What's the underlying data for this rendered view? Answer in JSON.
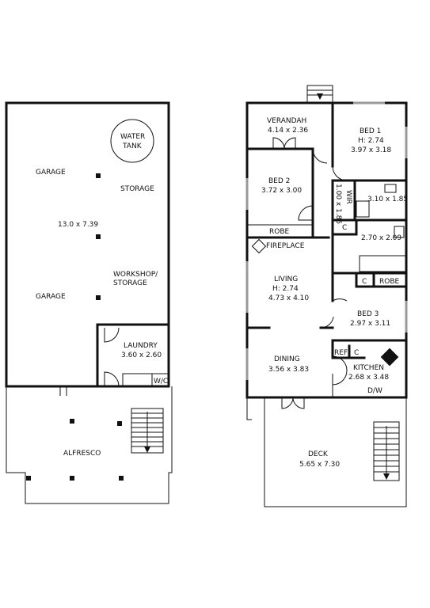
{
  "rooms": {
    "garage_top": {
      "name": "GARAGE"
    },
    "storage": {
      "name": "STORAGE"
    },
    "garage_dims": {
      "dims": "13.0 x 7.39"
    },
    "workshop": {
      "line1": "WORKSHOP/",
      "line2": "STORAGE"
    },
    "garage_bottom": {
      "name": "GARAGE"
    },
    "laundry": {
      "name": "LAUNDRY",
      "dims": "3.60 x 2.60"
    },
    "wc": {
      "name": "W/C"
    },
    "alfresco": {
      "name": "ALFRESCO"
    },
    "verandah": {
      "name": "VERANDAH",
      "dims": "4.14 x 2.36"
    },
    "bed1": {
      "name": "BED 1",
      "height": "H: 2.74",
      "dims": "3.97 x 3.18"
    },
    "bed2": {
      "name": "BED 2",
      "dims": "3.72 x 3.00"
    },
    "wir": {
      "name": "WIR",
      "dims": "1.00 x 1.85"
    },
    "ensuite": {
      "dims": "3.10 x 1.85"
    },
    "robe_bed2": {
      "name": "ROBE"
    },
    "fireplace": {
      "name": "FIREPLACE"
    },
    "c_top": {
      "name": "C"
    },
    "bathroom": {
      "dims": "2.70 x 2.09"
    },
    "living": {
      "name": "LIVING",
      "height": "H: 2.74",
      "dims": "4.73 x 4.10"
    },
    "c_mid": {
      "name": "C"
    },
    "robe_bed3": {
      "name": "ROBE"
    },
    "bed3": {
      "name": "BED 3",
      "dims": "2.97 x 3.11"
    },
    "ref": {
      "name": "REF"
    },
    "c_kitchen": {
      "name": "C"
    },
    "dining": {
      "name": "DINING",
      "dims": "3.56 x 3.83"
    },
    "kitchen": {
      "name": "KITCHEN",
      "dims": "2.68 x 3.48"
    },
    "dw": {
      "name": "D/W"
    },
    "deck": {
      "name": "DECK",
      "dims": "5.65 x 7.30"
    }
  },
  "fixtures": {
    "water_tank": {
      "line1": "WATER",
      "line2": "TANK"
    }
  }
}
